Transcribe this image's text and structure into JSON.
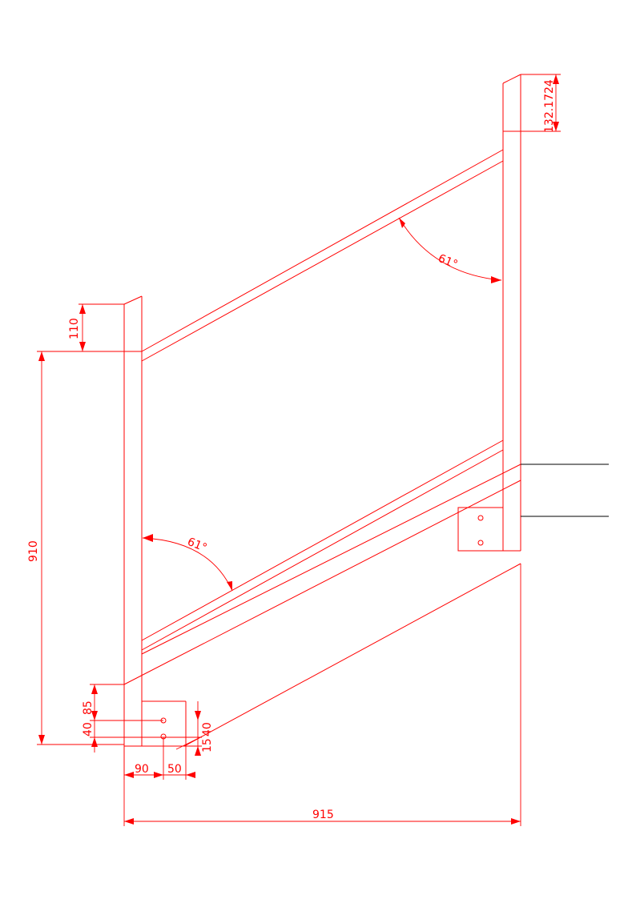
{
  "drawing": {
    "line_color": "#ff0000",
    "reference_line_color": "#000000",
    "background": "#ffffff"
  },
  "dimensions": {
    "top_post_extension": "132.1724",
    "left_post_extension": "110",
    "left_height": "910",
    "base_height_85": "85",
    "base_height_40": "40",
    "hole_offset_15": "15",
    "hole_offset_40": "40",
    "base_width_90": "90",
    "base_width_50": "50",
    "overall_width": "915"
  },
  "angles": {
    "upper_right": "61°",
    "lower_left": "61°"
  }
}
